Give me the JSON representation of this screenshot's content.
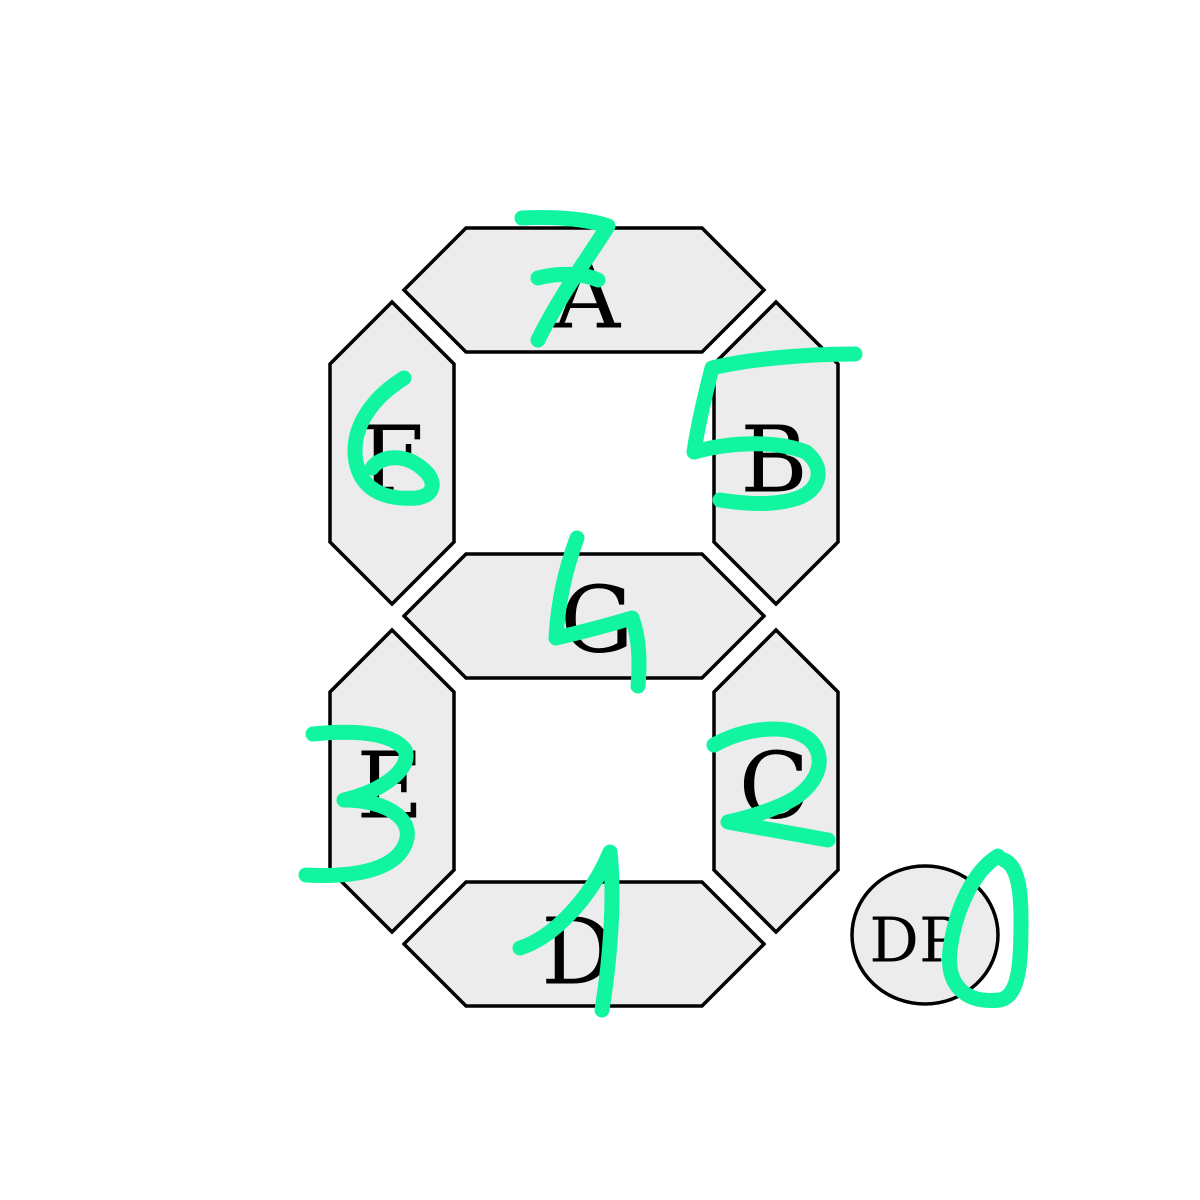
{
  "colors": {
    "segment_fill": "#ececec",
    "outline": "#000000",
    "annotation": "#12f5a0",
    "background": "#ffffff"
  },
  "segments": {
    "a": {
      "label": "A",
      "annotation": "7"
    },
    "b": {
      "label": "B",
      "annotation": "5"
    },
    "c": {
      "label": "C",
      "annotation": "2"
    },
    "d": {
      "label": "D",
      "annotation": "1"
    },
    "e": {
      "label": "E",
      "annotation": "3"
    },
    "f": {
      "label": "F",
      "annotation": "6"
    },
    "g": {
      "label": "G",
      "annotation": "4"
    },
    "dp": {
      "label": "DP",
      "annotation": "0"
    }
  }
}
